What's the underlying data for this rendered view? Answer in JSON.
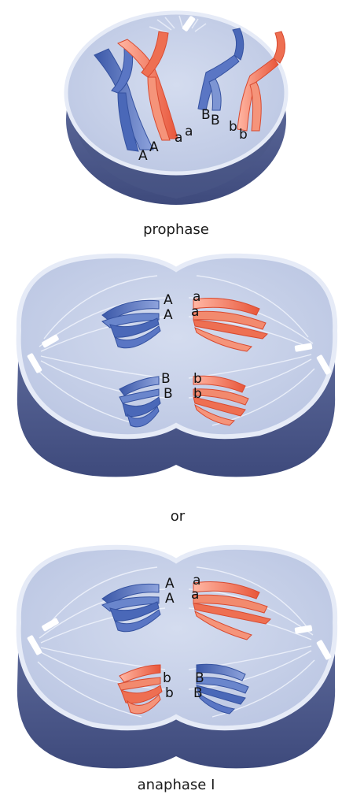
{
  "panels": [
    {
      "caption": "prophase",
      "labels": {
        "A1": "A",
        "A2": "A",
        "a1": "a",
        "a2": "a",
        "B1": "B",
        "B2": "B",
        "b1": "b",
        "b2": "b"
      }
    },
    {
      "caption": "or",
      "labels": {
        "A1": "A",
        "A2": "A",
        "a1": "a",
        "a2": "a",
        "B1": "B",
        "B2": "B",
        "b1": "b",
        "b2": "b"
      }
    },
    {
      "caption": "anaphase I",
      "labels": {
        "A1": "A",
        "A2": "A",
        "a1": "a",
        "a2": "a",
        "b1": "b",
        "b2": "b",
        "B1": "B",
        "B2": "B"
      }
    }
  ],
  "colors": {
    "cell_top": "#c9d3ea",
    "cell_rim": "#e3e8f5",
    "cell_side": "#5e6b9c",
    "chromosome_blue": "#4f6fbf",
    "chromosome_red": "#f07a5e",
    "centriole": "#ffffff"
  }
}
